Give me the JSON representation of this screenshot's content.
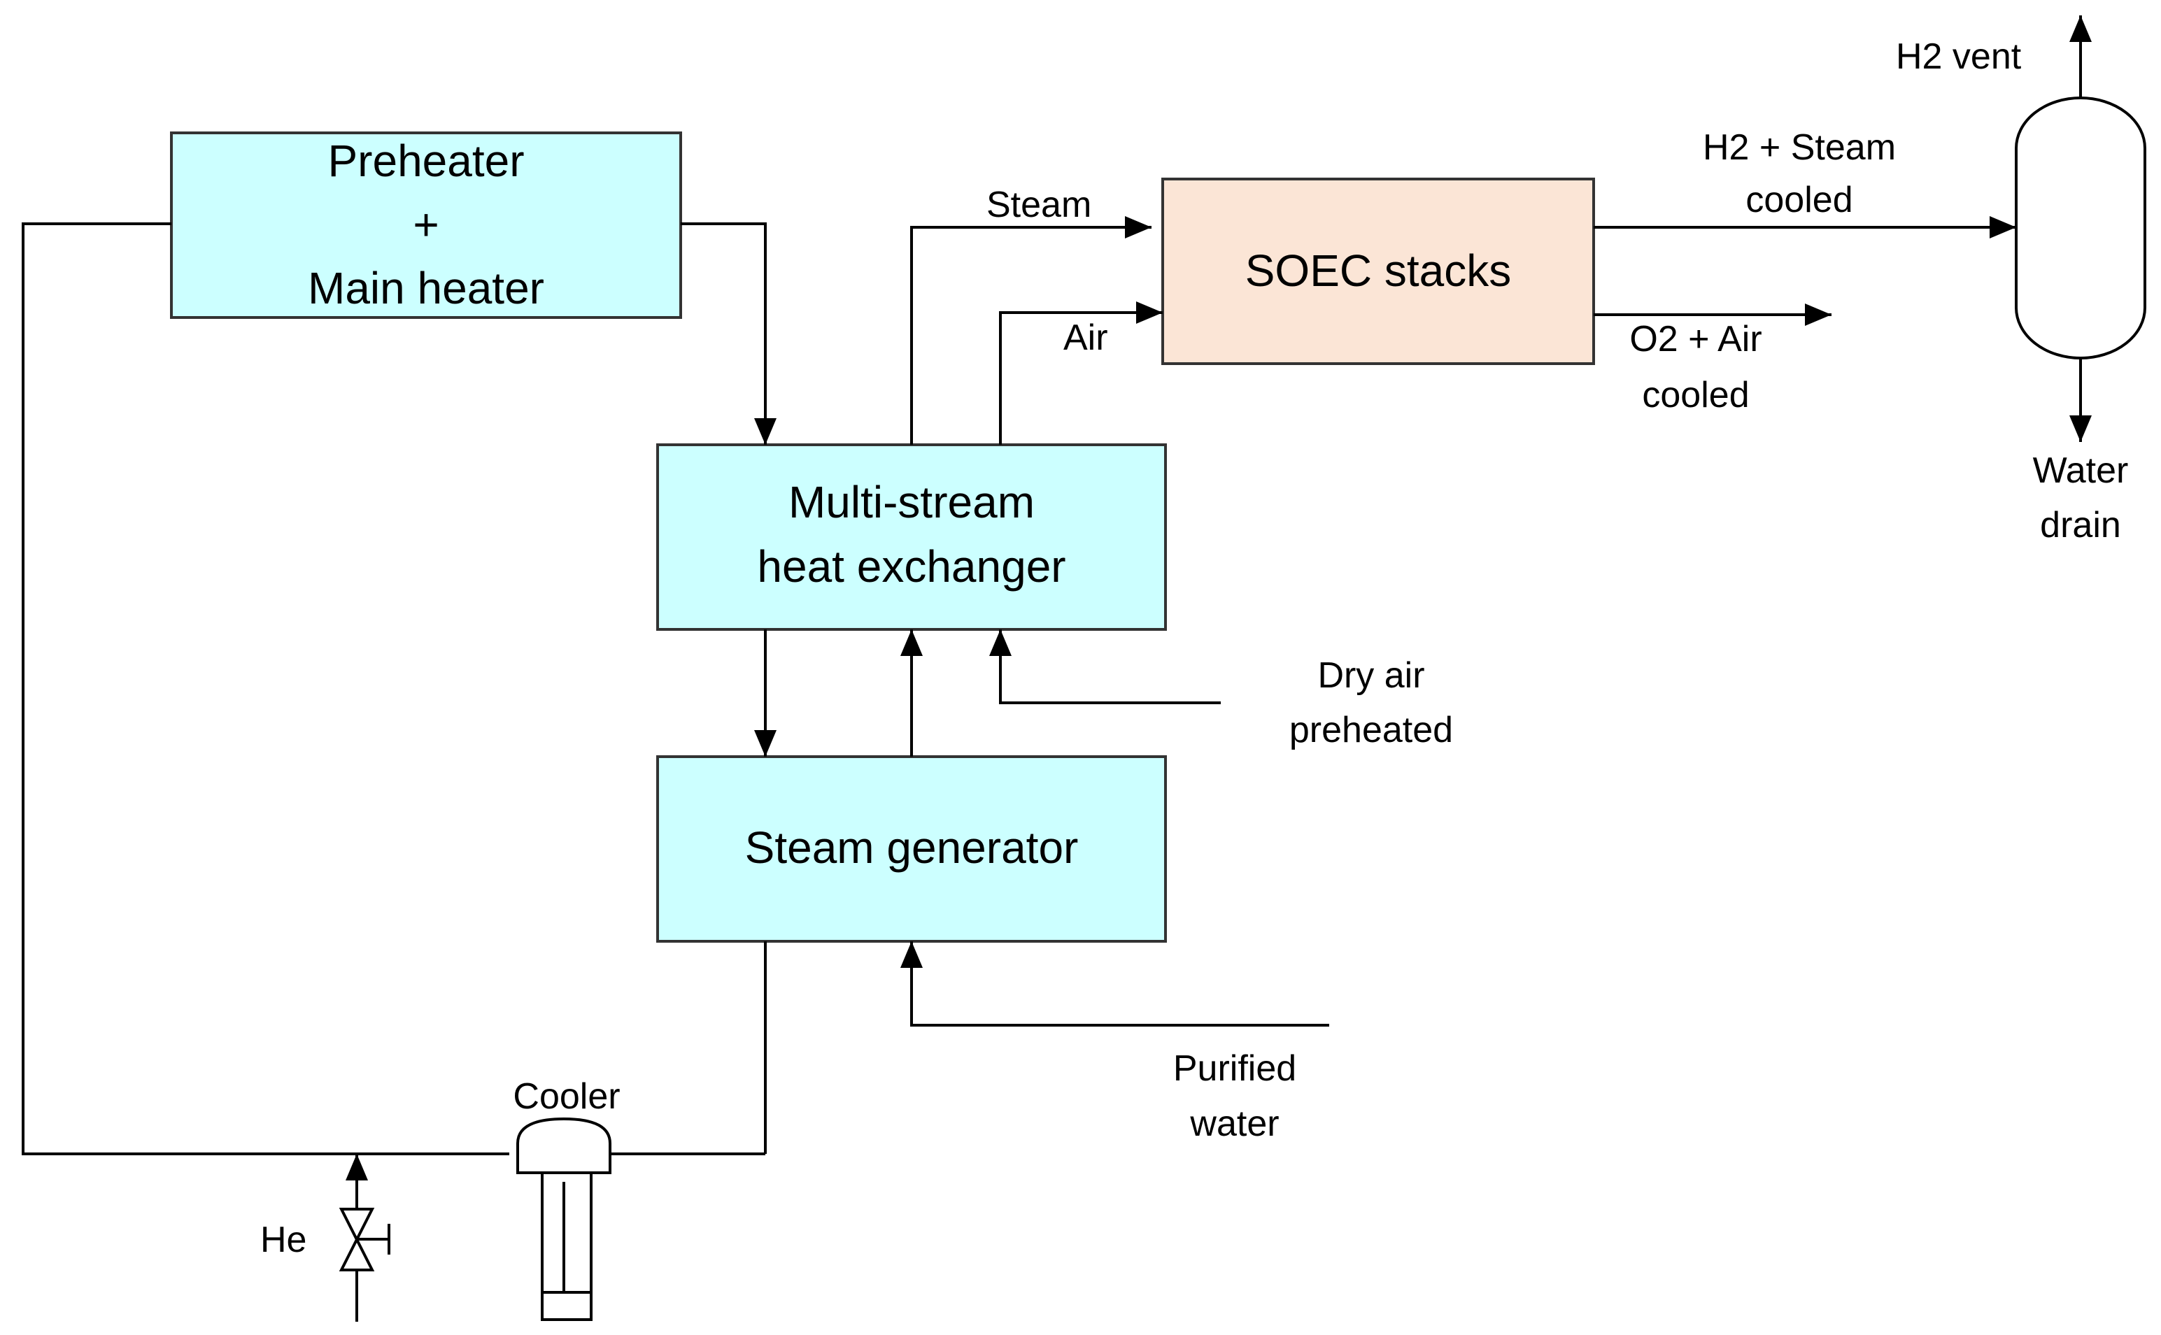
{
  "blocks": {
    "preheater": {
      "lines": [
        "Preheater",
        "+",
        "Main heater"
      ],
      "fill": "#ccffff"
    },
    "heat_exchanger": {
      "lines": [
        "Multi-stream",
        "heat exchanger"
      ],
      "fill": "#ccffff"
    },
    "steam_generator": {
      "lines": [
        "Steam generator"
      ],
      "fill": "#ccffff"
    },
    "soec": {
      "lines": [
        "SOEC stacks"
      ],
      "fill": "#fbe5d6"
    }
  },
  "streams": {
    "steam": "Steam",
    "air": "Air",
    "h2_steam": [
      "H2 + Steam",
      "cooled"
    ],
    "o2_air": [
      "O2 + Air",
      "cooled"
    ],
    "h2_vent": "H2 vent",
    "water_drain": [
      "Water",
      "drain"
    ],
    "dry_air": [
      "Dry air",
      "preheated"
    ],
    "purified_water": [
      "Purified",
      "water"
    ],
    "cooler": "Cooler",
    "he": "He"
  }
}
